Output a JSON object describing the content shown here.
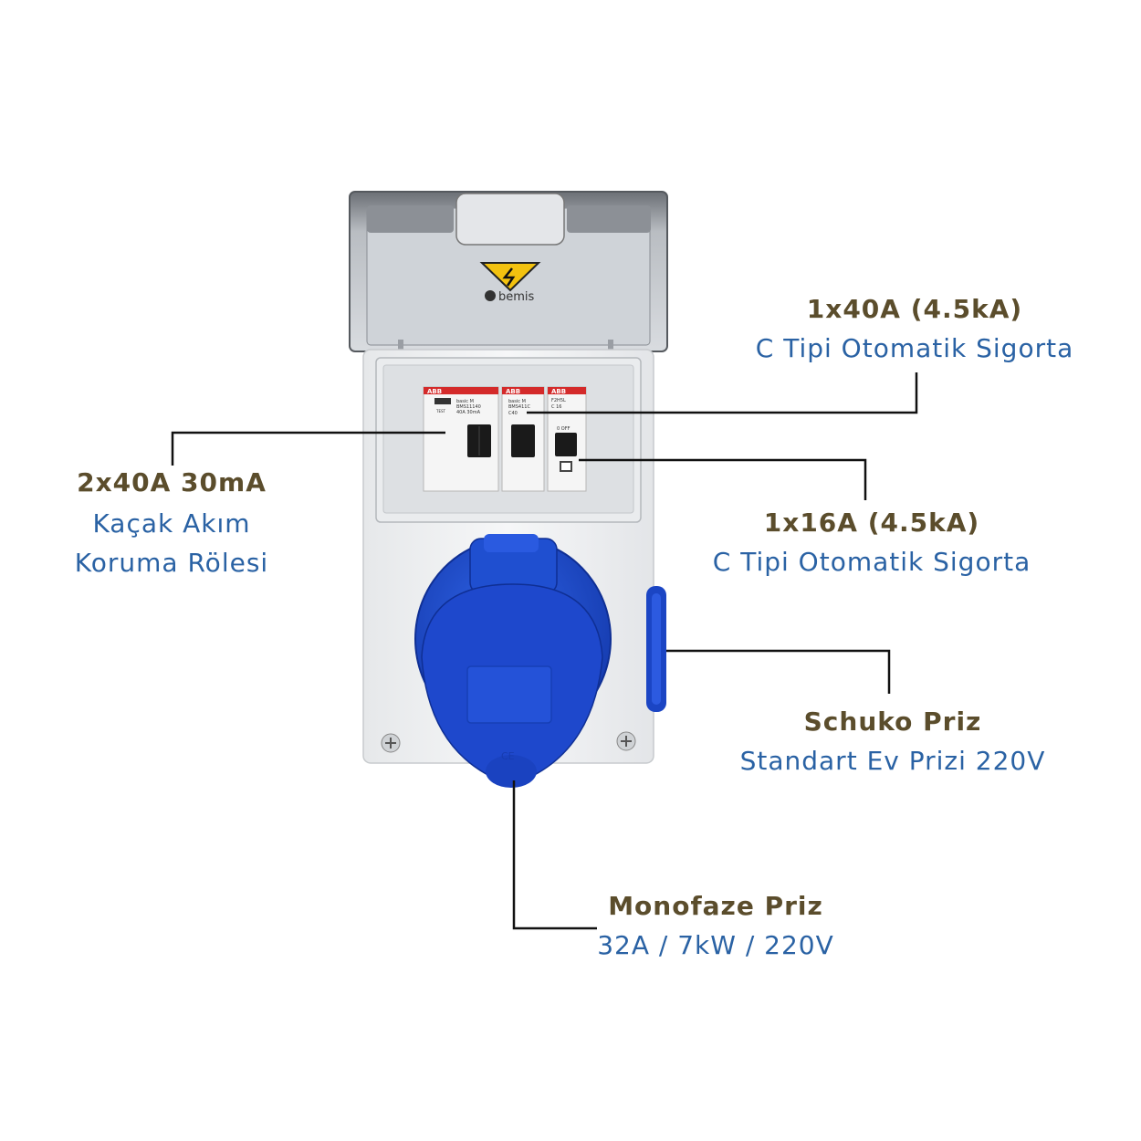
{
  "device": {
    "brand_mark": "bemis",
    "breakers": [
      {
        "brand": "ABB",
        "line1": "basic M",
        "line2": "BMS11140",
        "line3": "40A 30mA",
        "button": "TEST"
      },
      {
        "brand": "ABB",
        "line1": "basic M",
        "line2": "BMS411C",
        "line3": "C40"
      },
      {
        "brand": "ABB",
        "line1": "F2H5L",
        "line2": "C 16",
        "line3": "0 OFF"
      }
    ],
    "socket_mark": "CE"
  },
  "callouts": [
    {
      "title": "1x40A (4.5kA)",
      "subtitle": "C Tipi Otomatik Sigorta"
    },
    {
      "title": "2x40A 30mA",
      "subtitle": "Kaçak Akım",
      "subtitle2": "Koruma Rölesi"
    },
    {
      "title": "1x16A (4.5kA)",
      "subtitle": "C Tipi Otomatik Sigorta"
    },
    {
      "title": "Schuko Priz",
      "subtitle": "Standart Ev Prizi 220V"
    },
    {
      "title": "Monofaze Priz",
      "subtitle": "32A / 7kW / 220V"
    }
  ],
  "colors": {
    "title": "#5b4d2c",
    "subtitle": "#2a62a4",
    "socket_blue": "#1f4fd0",
    "breaker_red": "#d42a2a"
  }
}
